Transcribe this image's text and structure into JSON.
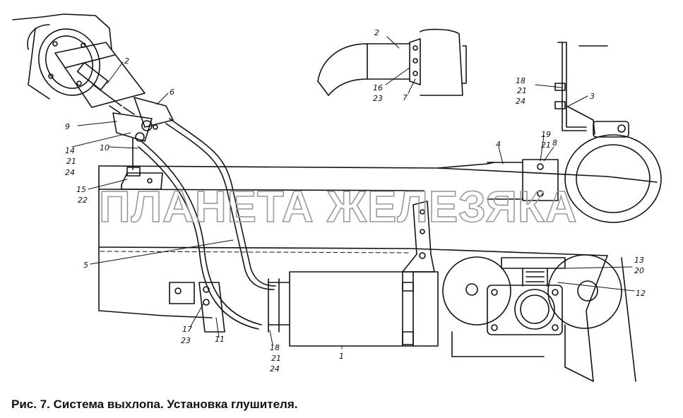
{
  "figure": {
    "caption": "Рис. 7. Система выхлопа. Установка глушителя.",
    "watermark": "ПЛАНЕТА ЖЕЛЕЗЯКА"
  },
  "callouts": {
    "c1": "1",
    "c2a": "2",
    "c2b": "2",
    "c3": "3",
    "c4": "4",
    "c5": "5",
    "c6": "6",
    "c7": "7",
    "c8": "8",
    "c9": "9",
    "c10": "10",
    "c11": "11",
    "c12": "12",
    "c13": "13",
    "c20": "20",
    "g14": [
      "14",
      "21",
      "24"
    ],
    "g15": [
      "15",
      "22"
    ],
    "g16": [
      "16",
      "23"
    ],
    "g17": [
      "17",
      "23"
    ],
    "g18a": [
      "18",
      "21",
      "24"
    ],
    "g18b": [
      "18",
      "21",
      "24"
    ],
    "g19": [
      "19",
      "21"
    ]
  },
  "colors": {
    "ink": "#111111",
    "watermark": "#9a9a9a",
    "paper": "#ffffff"
  }
}
